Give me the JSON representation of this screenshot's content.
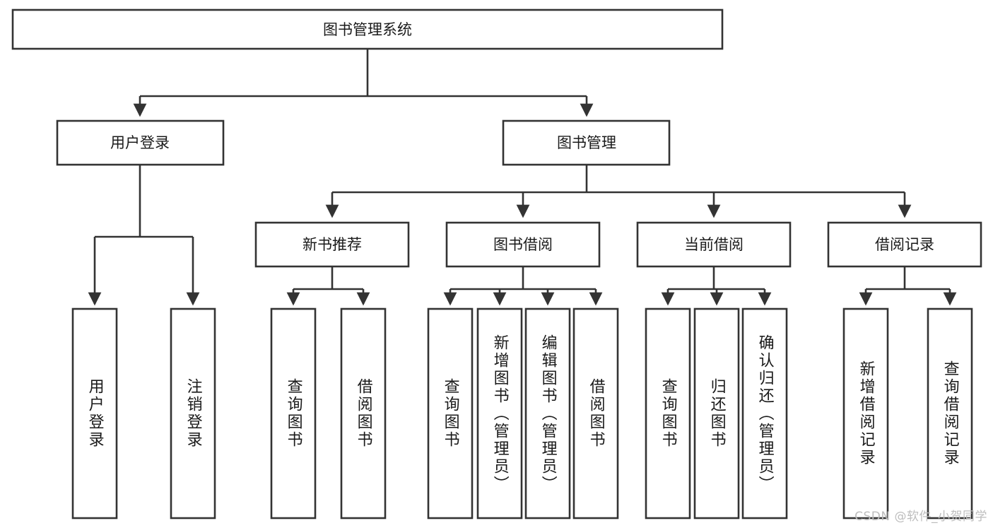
{
  "diagram": {
    "title": "图书管理系统",
    "type": "tree-hierarchy-diagram",
    "colors": {
      "stroke": "#333333",
      "box_fill": "#ffffff",
      "text": "#1a1a1a",
      "background": "#ffffff",
      "watermark": "#bdbdbd"
    },
    "root": {
      "label": "图书管理系统"
    },
    "level2": {
      "user_login": "用户登录",
      "book_manage": "图书管理"
    },
    "level3": {
      "new_book_recommend": "新书推荐",
      "book_borrow": "图书借阅",
      "current_borrow": "当前借阅",
      "borrow_record": "借阅记录"
    },
    "leaves": {
      "user_login": [
        "用户登录",
        "注销登录"
      ],
      "new_book_recommend": [
        "查询图书",
        "借阅图书"
      ],
      "book_borrow": [
        "查询图书",
        "新增图书（管理员）",
        "编辑图书（管理员）",
        "借阅图书"
      ],
      "current_borrow": [
        "查询图书",
        "归还图书",
        "确认归还（管理员）"
      ],
      "borrow_record": [
        "新增借阅记录",
        "查询借阅记录"
      ]
    }
  },
  "watermark": {
    "text": "CSDN @软件_小贺同学"
  }
}
